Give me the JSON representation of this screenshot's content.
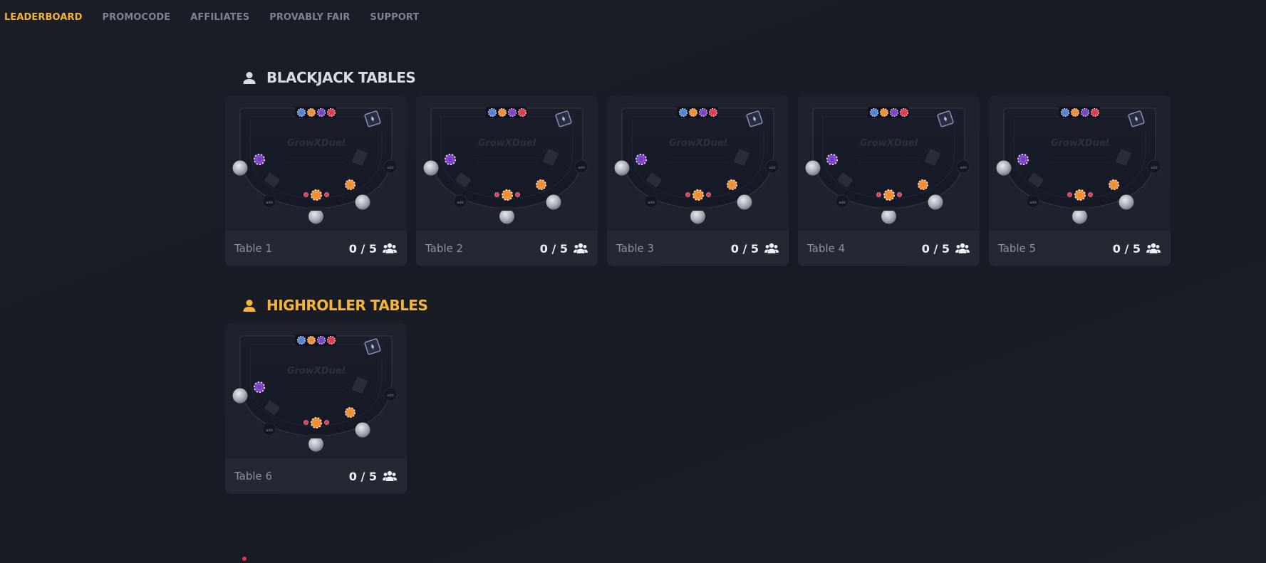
{
  "nav": {
    "items": [
      {
        "label": "LEADERBOARD",
        "active": true
      },
      {
        "label": "PROMOCODE",
        "active": false
      },
      {
        "label": "AFFILIATES",
        "active": false
      },
      {
        "label": "PROVABLY FAIR",
        "active": false
      },
      {
        "label": "SUPPORT",
        "active": false
      }
    ]
  },
  "sections": {
    "blackjack": {
      "title": "BLACKJACK TABLES",
      "icon": "person-icon",
      "color": "#d9dbe2",
      "tables": [
        {
          "name": "Table 1",
          "seats": "0 / 5"
        },
        {
          "name": "Table 2",
          "seats": "0 / 5"
        },
        {
          "name": "Table 3",
          "seats": "0 / 5"
        },
        {
          "name": "Table 4",
          "seats": "0 / 5"
        },
        {
          "name": "Table 5",
          "seats": "0 / 5"
        }
      ]
    },
    "highroller": {
      "title": "HIGHROLLER TABLES",
      "icon": "person-icon",
      "color": "#f2b53a",
      "tables": [
        {
          "name": "Table 6",
          "seats": "0 / 5"
        }
      ]
    }
  },
  "table_art": {
    "logo_text": "GrowXDuel",
    "seat_label": "add"
  },
  "colors": {
    "accent": "#f2b53a",
    "background": "#181b24",
    "card": "#1f222c",
    "card_footer": "#242833",
    "chip_blue": "#4a7fd8",
    "chip_orange": "#f08a2c",
    "chip_purple": "#7a3cc7",
    "chip_red": "#e0344d"
  }
}
